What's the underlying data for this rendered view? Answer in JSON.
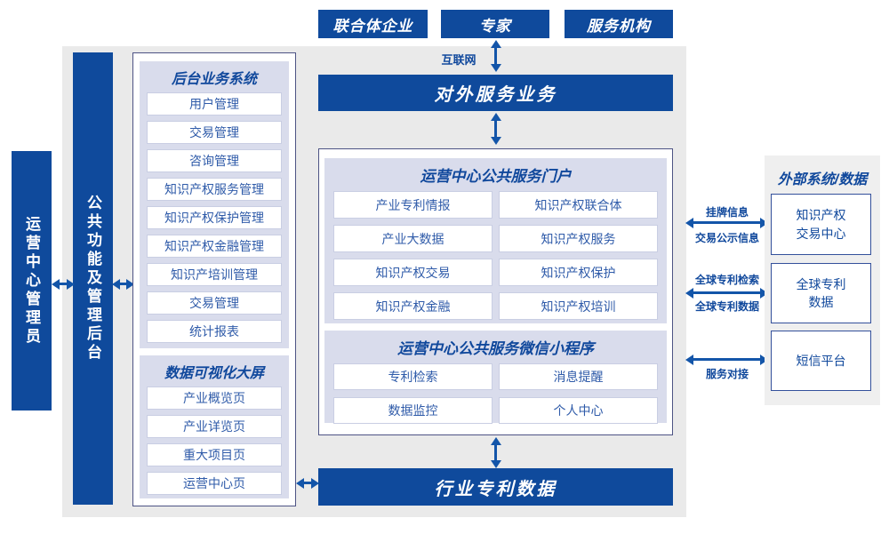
{
  "top_actors": {
    "consortium": "联合体企业",
    "expert": "专家",
    "service_org": "服务机构"
  },
  "internet_label": "互联网",
  "external_service_band": "对外服务业务",
  "industry_patent_band": "行业专利数据",
  "admin_bar": "运营中心管理员",
  "backend_bar": "公共功能及管理后台",
  "backend_system": {
    "title": "后台业务系统",
    "items": [
      "用户管理",
      "交易管理",
      "咨询管理",
      "知识产权服务管理",
      "知识产权保护管理",
      "知识产权金融管理",
      "知识产培训管理",
      "交易管理",
      "统计报表"
    ]
  },
  "dashboard": {
    "title": "数据可视化大屏",
    "items": [
      "产业概览页",
      "产业详览页",
      "重大项目页",
      "运营中心页"
    ]
  },
  "portal": {
    "title": "运营中心公共服务门户",
    "items": [
      "产业专利情报",
      "知识产权联合体",
      "产业大数据",
      "知识产权服务",
      "知识产权交易",
      "知识产权保护",
      "知识产权金融",
      "知识产权培训"
    ]
  },
  "miniprogram": {
    "title": "运营中心公共服务微信小程序",
    "items": [
      "专利检索",
      "消息提醒",
      "数据监控",
      "个人中心"
    ]
  },
  "external_panel": {
    "title": "外部系统/数据",
    "boxes": [
      "知识产权\n交易中心",
      "全球专利\n数据",
      "短信平台"
    ]
  },
  "link_labels": {
    "listing_info": "挂牌信息",
    "trade_publicity": "交易公示信息",
    "global_patent_search": "全球专利检索",
    "global_patent_data": "全球专利数据",
    "service_connect": "服务对接"
  },
  "colors": {
    "primary_blue": "#0F4A9C",
    "arrow_blue": "#1355A9",
    "panel_lavender": "#D9DCEC",
    "frame_border": "#4D5384",
    "backdrop_gray": "#EAEAEA",
    "external_gray": "#EFEFEF",
    "text_blue": "#10489C"
  }
}
